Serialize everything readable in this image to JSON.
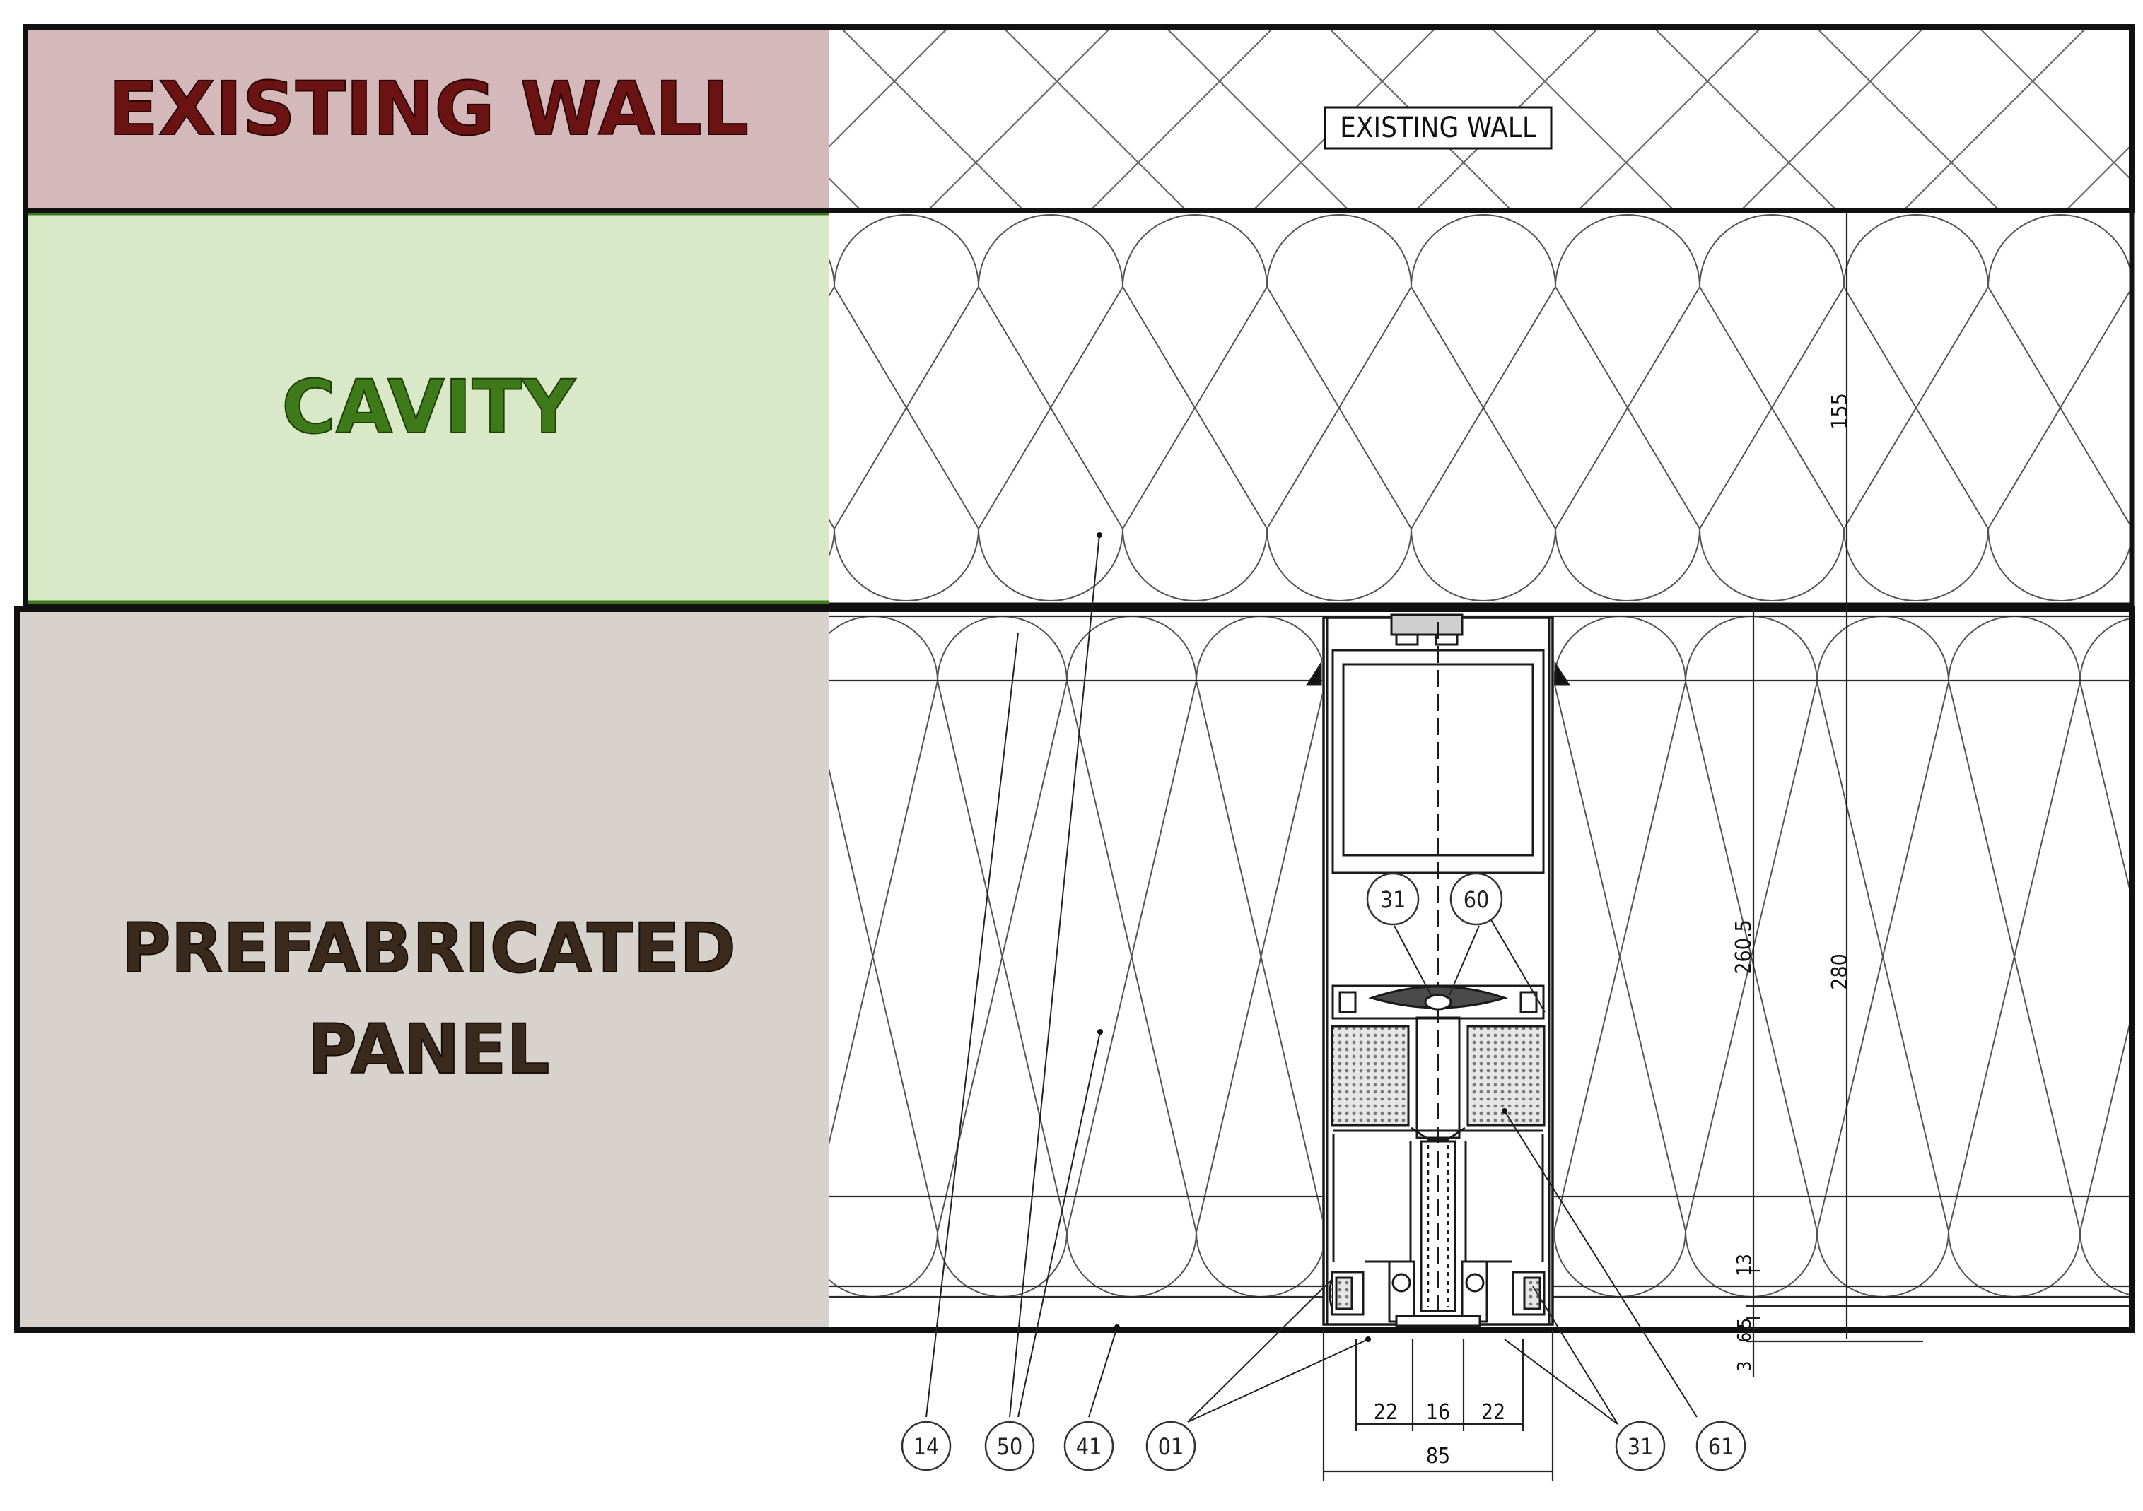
{
  "bands": {
    "existing_wall": {
      "label": "EXISTING WALL",
      "color": "#d4b8ba",
      "text_color": "#6b1212"
    },
    "cavity": {
      "label": "CAVITY",
      "color": "#d9e8c6",
      "text_color": "#3f7a1a"
    },
    "panel": {
      "label_line1": "PREFABRICATED",
      "label_line2": "PANEL",
      "color": "#d8d2cd",
      "text_color": "#3a2a1e"
    }
  },
  "drawing": {
    "wall_tag": "EXISTING WALL"
  },
  "dimensions": {
    "cavity_depth": "155",
    "panel_depth_inner": "260.5",
    "total_depth": "280",
    "d13": "13",
    "d5": "5",
    "d6": "6",
    "d3": "3",
    "w22a": "22",
    "w16": "16",
    "w22b": "22",
    "w85": "85"
  },
  "callouts": {
    "c14": "14",
    "c50": "50",
    "c41": "41",
    "c01": "01",
    "c31_bottom": "31",
    "c61": "61",
    "c31_top": "31",
    "c60": "60"
  },
  "colors": {
    "line": "#1a1a1a",
    "hatch": "#5a5a5a",
    "insulation_fill": "#9a9a9a"
  }
}
